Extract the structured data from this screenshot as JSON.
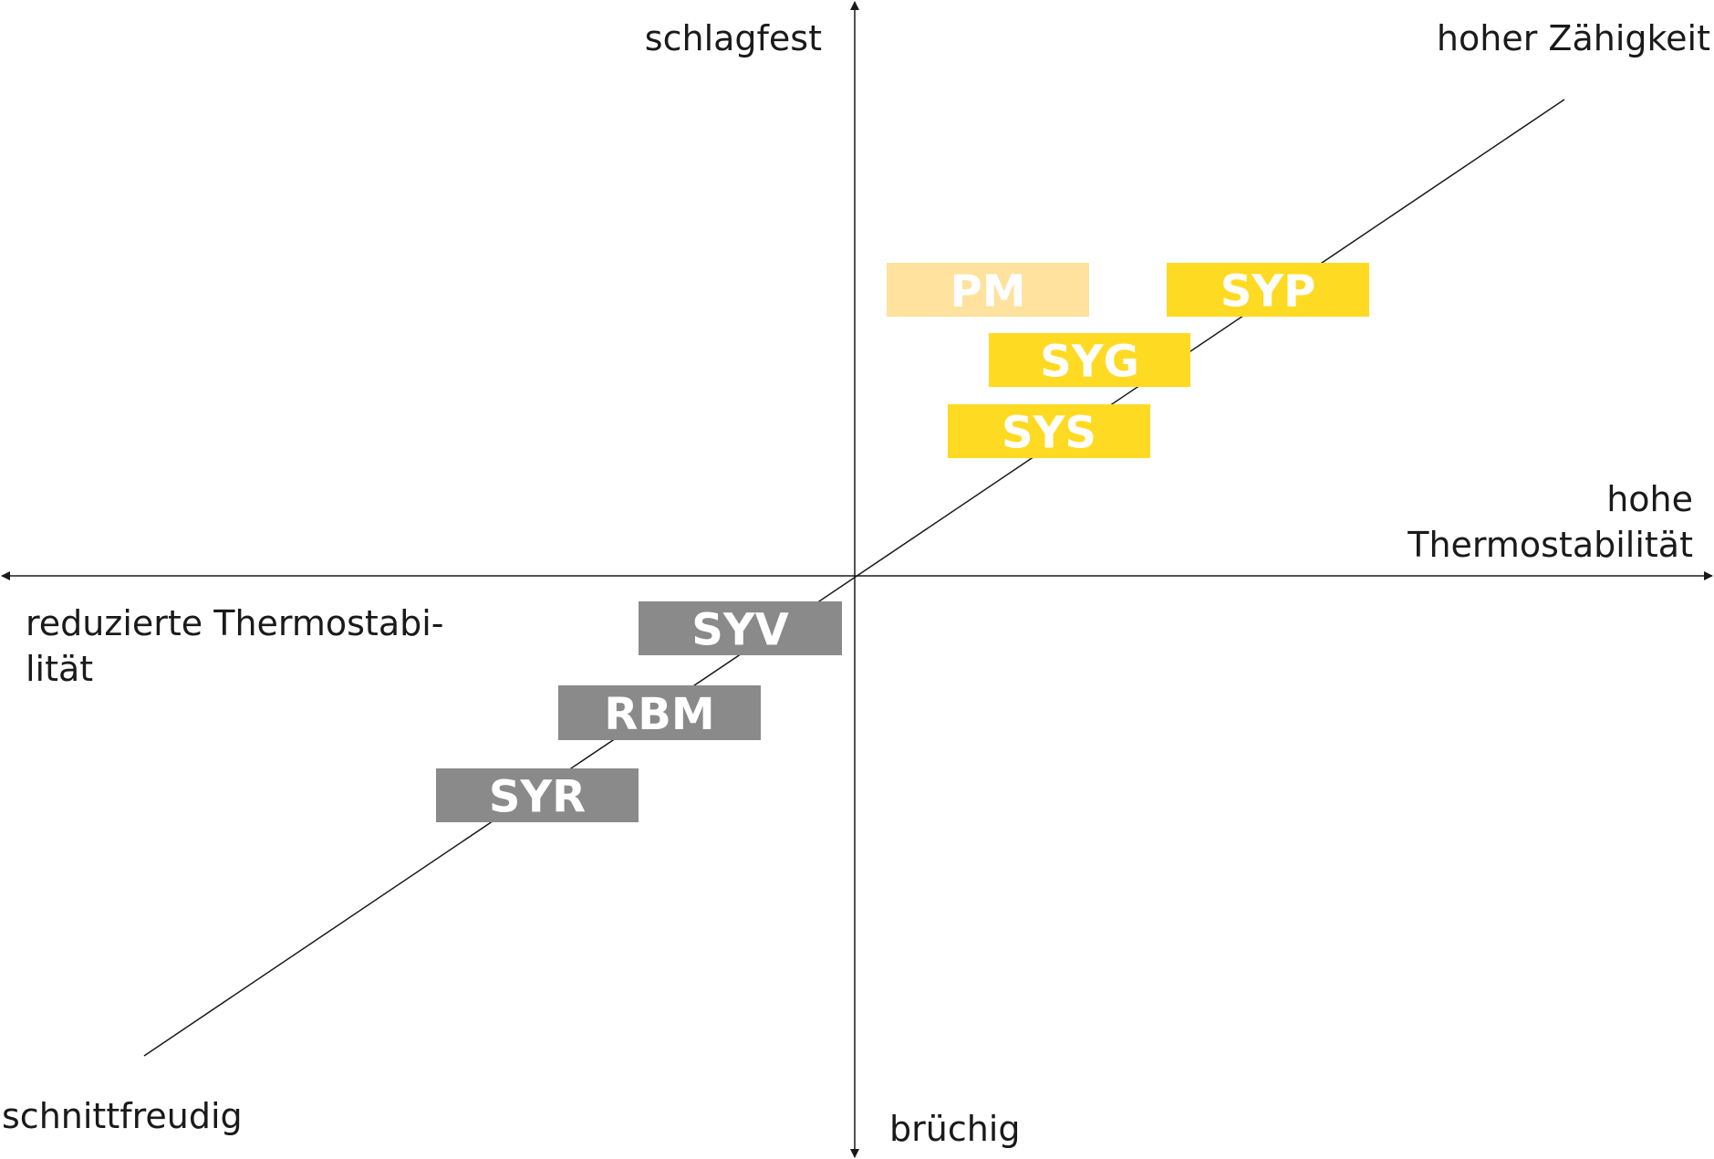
{
  "axis_labels": {
    "top": "schlagfest",
    "bottom": "brüchig",
    "right_line1": "hohe",
    "right_line2": "Thermostabilität",
    "left_line1": "reduzierte Thermostabi-",
    "left_line2": "lität",
    "diagonal_top": "hoher Zähigkeit",
    "diagonal_bottom": "schnittfreudig"
  },
  "colors": {
    "yellow": "#FFDA22",
    "light_yellow": "#FEE29E",
    "gray": "#8A8A8B",
    "line": "#1a1a1a"
  },
  "badges": [
    {
      "label": "PM",
      "color": "light_yellow"
    },
    {
      "label": "SYP",
      "color": "yellow"
    },
    {
      "label": "SYG",
      "color": "yellow"
    },
    {
      "label": "SYS",
      "color": "yellow"
    },
    {
      "label": "SYV",
      "color": "gray"
    },
    {
      "label": "RBM",
      "color": "gray"
    },
    {
      "label": "SYR",
      "color": "gray"
    }
  ]
}
